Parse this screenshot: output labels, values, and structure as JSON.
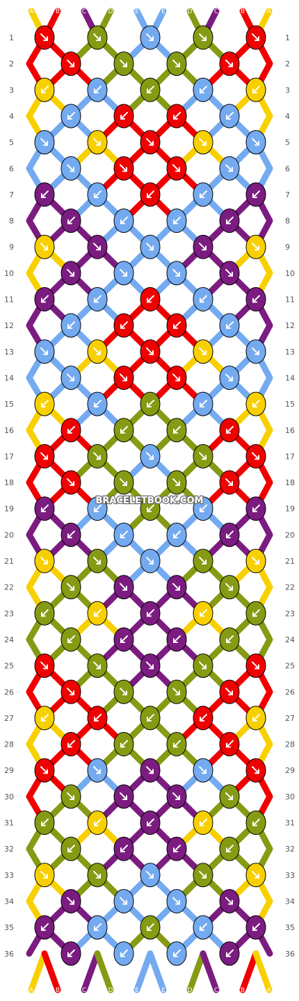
{
  "colors": {
    "A": "#f8d000",
    "B": "#f00000",
    "C": "#7b1c80",
    "D": "#869a13",
    "E": "#74aaf0"
  },
  "strands_top": [
    "A",
    "B",
    "C",
    "D",
    "E",
    "E",
    "D",
    "C",
    "B",
    "A"
  ],
  "strands_bottom": [
    "A",
    "B",
    "C",
    "D",
    "E",
    "E",
    "D",
    "C",
    "B",
    "A"
  ],
  "knot_rows": [
    [
      "B",
      "D",
      "E",
      "D",
      "B"
    ],
    [
      "B",
      "D",
      "D",
      "B"
    ],
    [
      "A",
      "E",
      "D",
      "E",
      "A"
    ],
    [
      "E",
      "B",
      "B",
      "E"
    ],
    [
      "E",
      "A",
      "B",
      "A",
      "E"
    ],
    [
      "E",
      "B",
      "B",
      "E"
    ],
    [
      "C",
      "E",
      "B",
      "E",
      "C"
    ],
    [
      "C",
      "E",
      "E",
      "C"
    ],
    [
      "A",
      "C",
      "E",
      "C",
      "A"
    ],
    [
      "C",
      "E",
      "E",
      "C"
    ],
    [
      "C",
      "E",
      "B",
      "E",
      "C"
    ],
    [
      "E",
      "B",
      "B",
      "E"
    ],
    [
      "E",
      "A",
      "B",
      "A",
      "E"
    ],
    [
      "E",
      "B",
      "B",
      "E"
    ],
    [
      "A",
      "E",
      "D",
      "E",
      "A"
    ],
    [
      "B",
      "D",
      "D",
      "B"
    ],
    [
      "B",
      "D",
      "E",
      "D",
      "B"
    ],
    [
      "B",
      "D",
      "D",
      "B"
    ],
    [
      "C",
      "E",
      "D",
      "E",
      "C"
    ],
    [
      "C",
      "E",
      "E",
      "C"
    ],
    [
      "A",
      "D",
      "E",
      "D",
      "A"
    ],
    [
      "D",
      "C",
      "C",
      "D"
    ],
    [
      "D",
      "A",
      "C",
      "A",
      "D"
    ],
    [
      "D",
      "C",
      "C",
      "D"
    ],
    [
      "B",
      "D",
      "C",
      "D",
      "B"
    ],
    [
      "B",
      "D",
      "D",
      "B"
    ],
    [
      "A",
      "B",
      "D",
      "B",
      "A"
    ],
    [
      "B",
      "D",
      "D",
      "B"
    ],
    [
      "B",
      "E",
      "C",
      "E",
      "B"
    ],
    [
      "D",
      "C",
      "C",
      "D"
    ],
    [
      "D",
      "A",
      "C",
      "A",
      "D"
    ],
    [
      "D",
      "C",
      "C",
      "D"
    ],
    [
      "A",
      "D",
      "E",
      "D",
      "A"
    ],
    [
      "C",
      "E",
      "E",
      "C"
    ],
    [
      "C",
      "E",
      "D",
      "E",
      "C"
    ],
    [
      "C",
      "E",
      "E",
      "C"
    ]
  ],
  "row_numbers": [
    "1",
    "2",
    "3",
    "4",
    "5",
    "6",
    "7",
    "8",
    "9",
    "10",
    "11",
    "12",
    "13",
    "14",
    "15",
    "16",
    "17",
    "18",
    "19",
    "20",
    "21",
    "22",
    "23",
    "24",
    "25",
    "26",
    "27",
    "28",
    "29",
    "30",
    "31",
    "32",
    "33",
    "34",
    "35",
    "36"
  ],
  "watermark": "BRACELETBOOK.COM"
}
